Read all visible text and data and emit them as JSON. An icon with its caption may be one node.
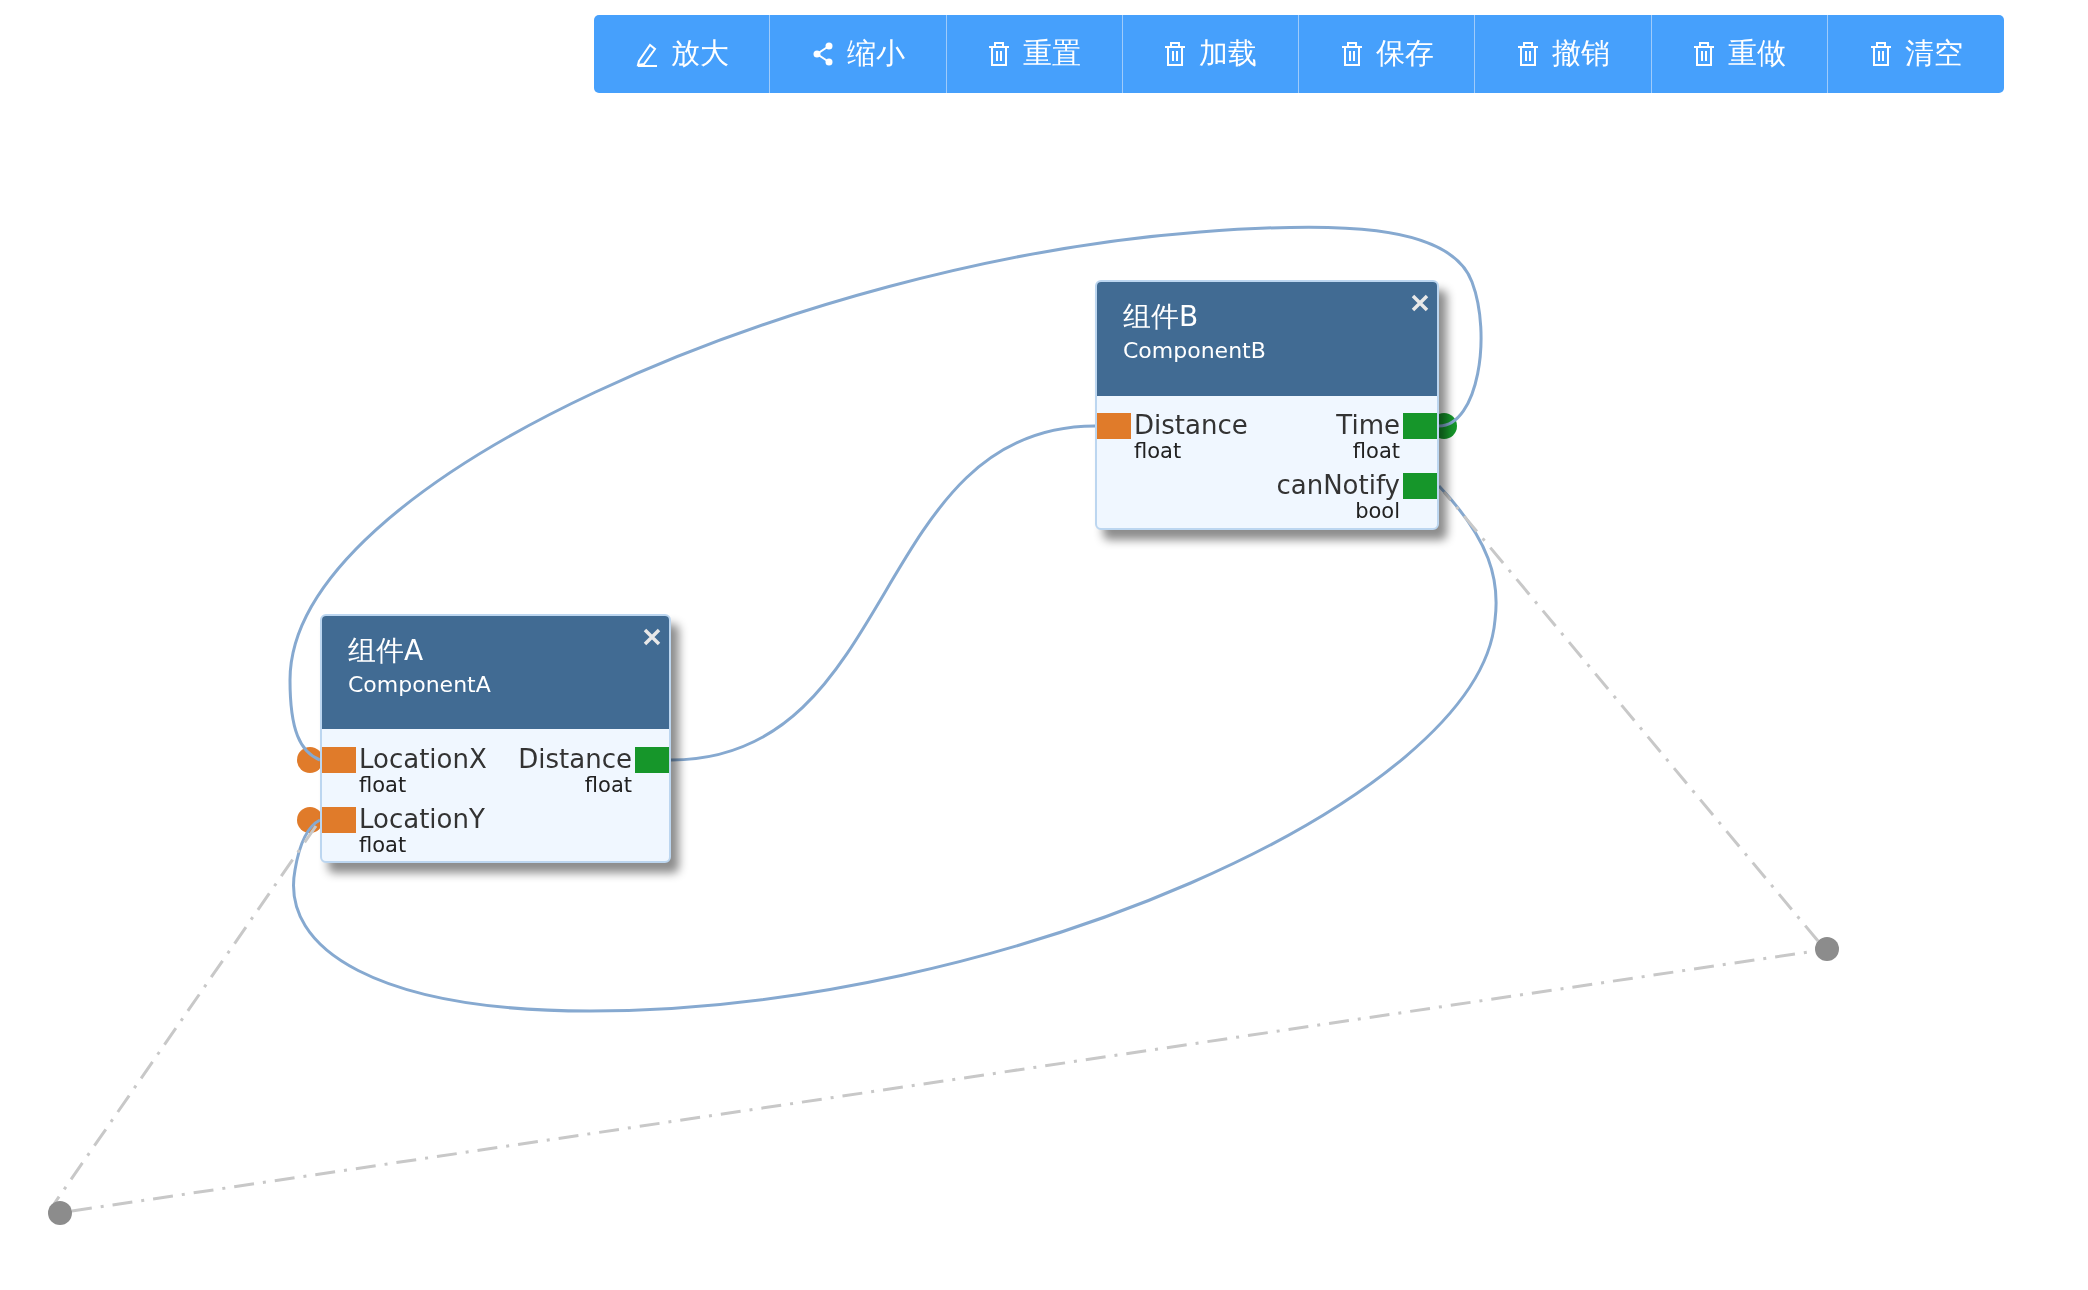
{
  "diagram": {
    "nodes": [
      {
        "text": [
          "组件B",
          "ComponentB"
        ]
      },
      {
        "text": [
          "Distance",
          "float"
        ],
        "in": 0
      },
      {
        "text": [
          "Time",
          "float"
        ],
        "in": 0
      },
      {
        "text": [
          "canNotify",
          "bool"
        ],
        "in": 0
      },
      {
        "text": [
          "组件A",
          "ComponentA"
        ]
      },
      {
        "text": [
          "LocationX",
          "float"
        ],
        "in": 4
      },
      {
        "text": [
          "LocationY",
          "float"
        ],
        "in": 4
      },
      {
        "text": [
          "Distance",
          "float"
        ],
        "in": 4
      },
      {
        "text": [],
        "shape": "circle"
      },
      {
        "text": [],
        "shape": "circle"
      }
    ],
    "edges": [
      {
        "from": 7,
        "to": 1,
        "arrow": "none"
      },
      {
        "from": 2,
        "to": 5,
        "arrow": "none"
      },
      {
        "from": 3,
        "to": 6,
        "arrow": "none"
      },
      {
        "from": 6,
        "to": 8,
        "arrow": "none",
        "style": "dashed",
        "color": "#c8c8c8"
      },
      {
        "from": 8,
        "to": 9,
        "arrow": "none",
        "style": "dashed",
        "color": "#c8c8c8"
      },
      {
        "from": 9,
        "to": 3,
        "arrow": "none",
        "style": "dashed",
        "color": "#c8c8c8"
      }
    ],
    "labels": [
      "放大",
      "缩小",
      "重置",
      "加载",
      "保存",
      "撤销",
      "重做",
      "清空"
    ]
  }
}
